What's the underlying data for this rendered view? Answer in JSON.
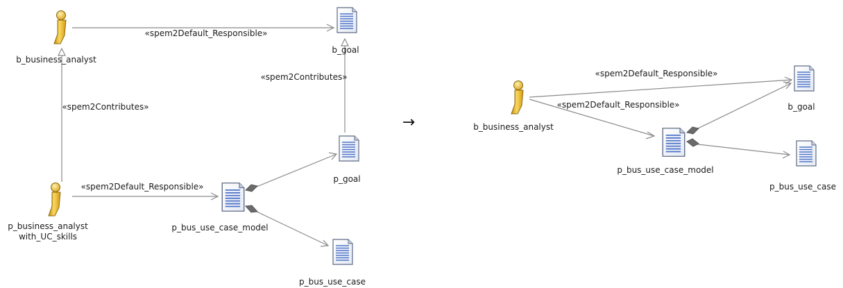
{
  "before": {
    "nodes": {
      "b_business_analyst": {
        "label": "b_business_analyst",
        "type": "role"
      },
      "b_goal": {
        "label": "b_goal",
        "type": "artifact"
      },
      "p_business_analyst": {
        "label_line1": "p_business_analyst",
        "label_line2": "with_UC_skills",
        "type": "role"
      },
      "p_bus_use_case_model": {
        "label": "p_bus_use_case_model",
        "type": "artifact"
      },
      "p_goal": {
        "label": "p_goal",
        "type": "artifact"
      },
      "p_bus_use_case": {
        "label": "p_bus_use_case",
        "type": "artifact"
      }
    },
    "relations": {
      "b_responsible": "«spem2Default_Responsible»",
      "b_contributes_goal": "«spem2Contributes»",
      "analyst_contributes": "«spem2Contributes»",
      "p_responsible": "«spem2Default_Responsible»"
    }
  },
  "transform_arrow": "→",
  "after": {
    "nodes": {
      "b_business_analyst": {
        "label": "b_business_analyst",
        "type": "role"
      },
      "b_goal": {
        "label": "b_goal",
        "type": "artifact"
      },
      "p_bus_use_case_model": {
        "label": "p_bus_use_case_model",
        "type": "artifact"
      },
      "p_bus_use_case": {
        "label": "p_bus_use_case",
        "type": "artifact"
      }
    },
    "relations": {
      "responsible_goal": "«spem2Default_Responsible»",
      "responsible_model": "«spem2Default_Responsible»"
    }
  }
}
